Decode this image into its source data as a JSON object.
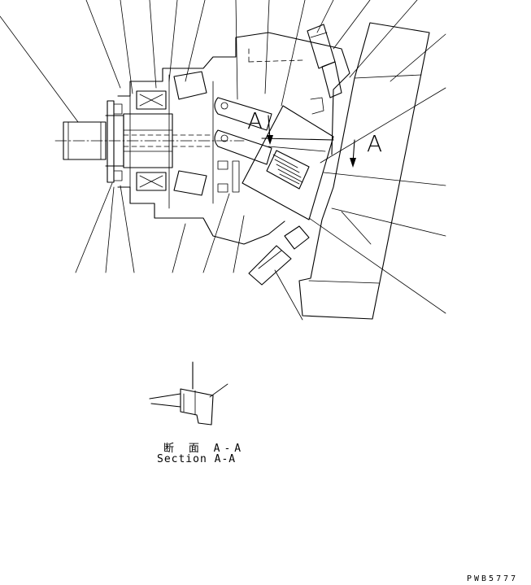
{
  "section_marks": {
    "left": "A",
    "right": "A"
  },
  "detail": {
    "caption_jp": "断 面 A-A",
    "caption_en": "Section A-A"
  },
  "drawing_number": "PWB5777"
}
